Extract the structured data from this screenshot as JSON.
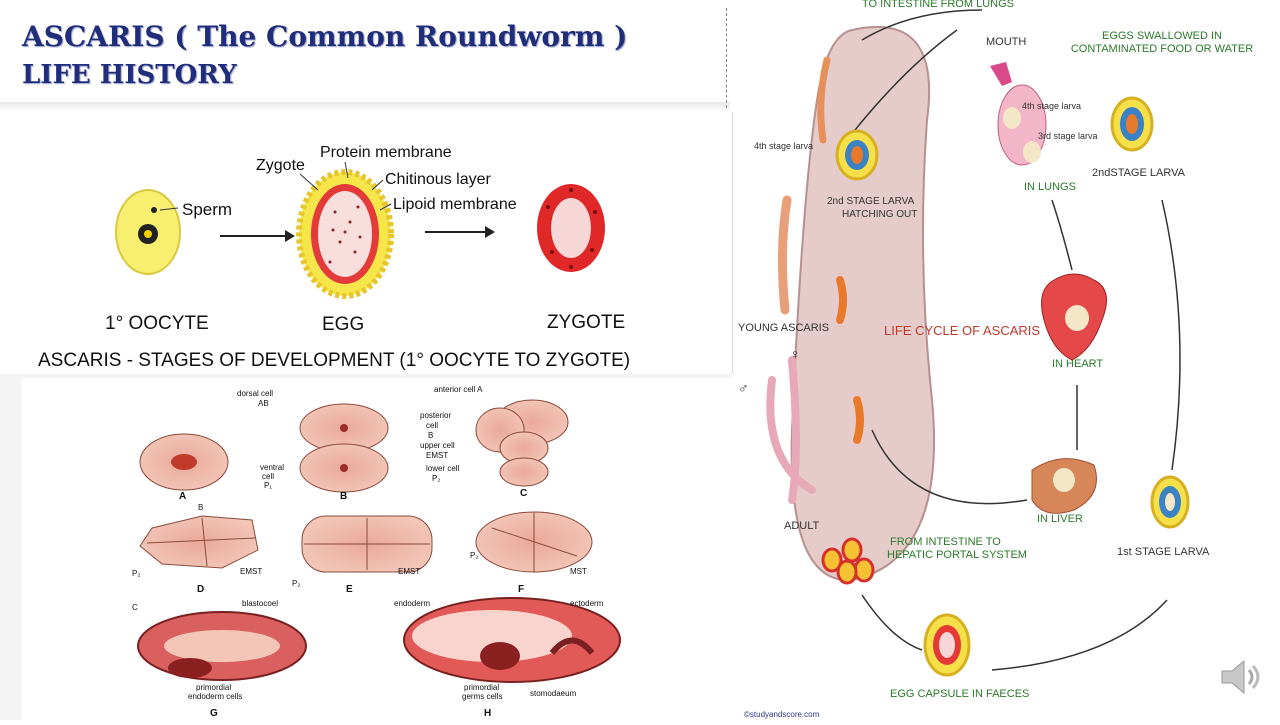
{
  "title": {
    "line1": "ASCARIS ( The Common Roundworm )",
    "line2": "LIFE HISTORY"
  },
  "panel1": {
    "sperm": "Sperm",
    "zygote": "Zygote",
    "protein_membrane": "Protein membrane",
    "chitinous_layer": "Chitinous layer",
    "lipoid_membrane": "Lipoid  membrane",
    "oocyte": "1° OOCYTE",
    "egg": "EGG",
    "zygote_caption": "ZYGOTE",
    "caption": "ASCARIS - STAGES OF DEVELOPMENT (1° OOCYTE TO ZYGOTE)"
  },
  "panel2": {
    "letters": [
      "A",
      "B",
      "C",
      "D",
      "E",
      "F",
      "G",
      "H"
    ],
    "dorsal_cell": "dorsal cell",
    "ab": "AB",
    "ventral_cell": "ventral",
    "cell": "cell",
    "p1": "P₁",
    "anterior_cell": "anterior cell A",
    "posterior": "posterior",
    "b": "B",
    "upper_cell": "upper cell",
    "emst": "EMST",
    "lower_cell": "lower cell",
    "p2": "P₂",
    "mst": "MST",
    "blastocoel": "blastocoel",
    "primordial_endoderm": "primordial",
    "endoderm_cells": "endoderm cells",
    "endoderm": "endoderm",
    "ectoderm": "ectoderm",
    "primordial_germs": "primordial",
    "germs_cells": "germs cells",
    "stomodaeum": "stomodaeum"
  },
  "cycle": {
    "to_intestine": "TO INTESTINE FROM LUNGS",
    "mouth": "MOUTH",
    "eggs_swallowed_1": "EGGS SWALLOWED IN",
    "eggs_swallowed_2": "CONTAMINATED FOOD OR WATER",
    "fourth_stage_lungs": "4th stage larva",
    "third_stage_lungs": "3rd stage larva",
    "in_lungs": "IN LUNGS",
    "second_stage": "2ndSTAGE LARVA",
    "fourth_stage": "4th stage larva",
    "hatching_1": "2nd STAGE LARVA",
    "hatching_2": "HATCHING OUT",
    "young": "YOUNG ASCARIS",
    "life_cycle": "LIFE CYCLE OF ASCARIS",
    "in_heart": "IN HEART",
    "male": "♂",
    "female": "♀",
    "adult": "ADULT",
    "in_liver": "IN LIVER",
    "from_intestine_1": "FROM INTESTINE TO",
    "from_intestine_2": "HEPATIC PORTAL SYSTEM",
    "first_stage": "1st STAGE LARVA",
    "egg_capsule": "EGG CAPSULE IN FAECES",
    "copyright": "©studyandscore.com"
  },
  "icons": [
    "speaker-icon"
  ],
  "colors": {
    "title": "#1f2d7a",
    "label_green": "#2a7a2a",
    "intestine": "#e8cfcf",
    "egg_red": "#e53935",
    "egg_yellow": "#f5e040"
  }
}
